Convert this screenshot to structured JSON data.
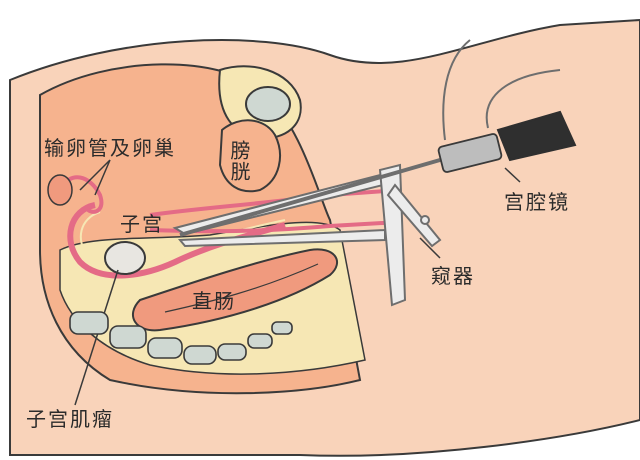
{
  "labels": {
    "tubes_ovaries": "输卵管及卵巢",
    "bladder": "膀胱",
    "uterus": "子宫",
    "hysteroscope": "宫腔镜",
    "speculum": "窥器",
    "rectum": "直肠",
    "fibroid": "子宫肌瘤"
  },
  "colors": {
    "outline": "#3a3a3a",
    "body_fill": "#f9d3ba",
    "pelvis_fill": "#f6b38e",
    "yellow_tissue": "#f6e7b4",
    "uterus_line": "#e46b86",
    "rectum_fill": "#f09a7e",
    "spine_fill": "#cfd8d2",
    "instrument": "#6e6e6e",
    "instrument_dark": "#2f2f2f"
  }
}
